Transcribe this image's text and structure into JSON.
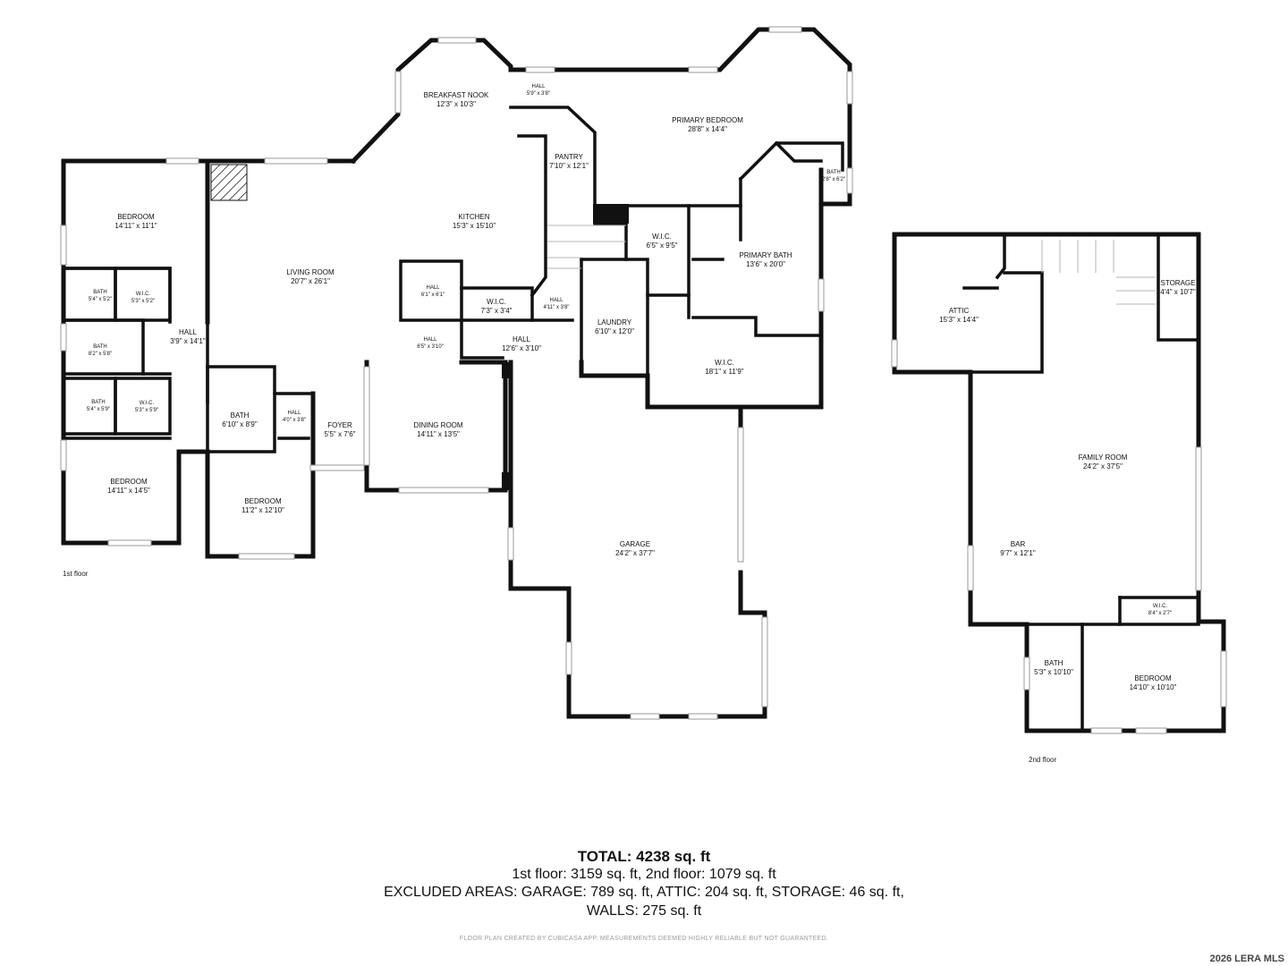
{
  "rooms": [
    {
      "id": "breakfast-nook",
      "name": "BREAKFAST NOOK",
      "dim": "12'3\" x 10'3\""
    },
    {
      "id": "hall-top",
      "name": "HALL",
      "dim": "5'9\" x 3'8\""
    },
    {
      "id": "primary-bedroom",
      "name": "PRIMARY BEDROOM",
      "dim": "28'8\" x 14'4\""
    },
    {
      "id": "pantry",
      "name": "PANTRY",
      "dim": "7'10\" x 12'1\""
    },
    {
      "id": "bath-small",
      "name": "BATH",
      "dim": "2'8\" x 6'2\""
    },
    {
      "id": "bedroom-nw",
      "name": "BEDROOM",
      "dim": "14'11\" x 11'1\""
    },
    {
      "id": "kitchen",
      "name": "KITCHEN",
      "dim": "15'3\" x 15'10\""
    },
    {
      "id": "wic-primary",
      "name": "W.I.C.",
      "dim": "6'5\" x 9'5\""
    },
    {
      "id": "primary-bath",
      "name": "PRIMARY BATH",
      "dim": "13'6\" x 20'0\""
    },
    {
      "id": "living-room",
      "name": "LIVING ROOM",
      "dim": "20'7\" x 26'1\""
    },
    {
      "id": "bath-w1",
      "name": "BATH",
      "dim": "5'4\" x 5'2\""
    },
    {
      "id": "wic-w1",
      "name": "W.I.C.",
      "dim": "5'3\" x 5'2\""
    },
    {
      "id": "hall-center",
      "name": "HALL",
      "dim": "6'1\" x 6'1\""
    },
    {
      "id": "wic-center",
      "name": "W.I.C.",
      "dim": "7'3\" x 3'4\""
    },
    {
      "id": "hall-stairs",
      "name": "HALL",
      "dim": "4'11\" x 3'8\""
    },
    {
      "id": "laundry",
      "name": "LAUNDRY",
      "dim": "6'10\" x 12'0\""
    },
    {
      "id": "hall-west",
      "name": "HALL",
      "dim": "3'9\" x 14'1\""
    },
    {
      "id": "bath-w2",
      "name": "BATH",
      "dim": "8'2\" x 5'8\""
    },
    {
      "id": "hall-mid",
      "name": "HALL",
      "dim": "6'5\" x 3'10\""
    },
    {
      "id": "hall-long",
      "name": "HALL",
      "dim": "12'6\" x 3'10\""
    },
    {
      "id": "wic-large",
      "name": "W.I.C.",
      "dim": "18'1\" x 11'9\""
    },
    {
      "id": "bath-w3",
      "name": "BATH",
      "dim": "5'4\" x 5'9\""
    },
    {
      "id": "wic-w3",
      "name": "W.I.C.",
      "dim": "5'3\" x 5'9\""
    },
    {
      "id": "bath-center",
      "name": "BATH",
      "dim": "6'10\" x 8'9\""
    },
    {
      "id": "hall-foyer",
      "name": "HALL",
      "dim": "4'0\" x 3'8\""
    },
    {
      "id": "foyer",
      "name": "FOYER",
      "dim": "5'5\" x 7'6\""
    },
    {
      "id": "dining-room",
      "name": "DINING ROOM",
      "dim": "14'11\" x 13'5\""
    },
    {
      "id": "bedroom-sw",
      "name": "BEDROOM",
      "dim": "14'11\" x 14'5\""
    },
    {
      "id": "bedroom-s",
      "name": "BEDROOM",
      "dim": "11'2\" x 12'10\""
    },
    {
      "id": "garage",
      "name": "GARAGE",
      "dim": "24'2\" x 37'7\""
    },
    {
      "id": "attic",
      "name": "ATTIC",
      "dim": "15'3\" x 14'4\""
    },
    {
      "id": "storage",
      "name": "STORAGE",
      "dim": "4'4\" x 10'7\""
    },
    {
      "id": "family-room",
      "name": "FAMILY ROOM",
      "dim": "24'2\" x 37'5\""
    },
    {
      "id": "bar",
      "name": "BAR",
      "dim": "9'7\" x 12'1\""
    },
    {
      "id": "wic-2nd",
      "name": "W.I.C.",
      "dim": "8'4\" x 2'7\""
    },
    {
      "id": "bath-2nd",
      "name": "BATH",
      "dim": "5'3\" x 10'10\""
    },
    {
      "id": "bedroom-2nd",
      "name": "BEDROOM",
      "dim": "14'10\" x 10'10\""
    }
  ],
  "floors": {
    "first": "1st floor",
    "second": "2nd floor"
  },
  "totals": {
    "total": "TOTAL: 4238 sq. ft",
    "floors_line": "1st floor: 3159 sq. ft, 2nd floor: 1079 sq. ft",
    "excluded_line": "EXCLUDED AREAS: GARAGE: 789 sq. ft, ATTIC: 204 sq. ft, STORAGE: 46 sq. ft,",
    "walls_line": "WALLS: 275 sq. ft"
  },
  "disclaimer": "FLOOR PLAN CREATED BY CUBICASA APP. MEASUREMENTS DEEMED HIGHLY RELIABLE BUT NOT GUARANTEED.",
  "watermark": "2026 LERA MLS"
}
